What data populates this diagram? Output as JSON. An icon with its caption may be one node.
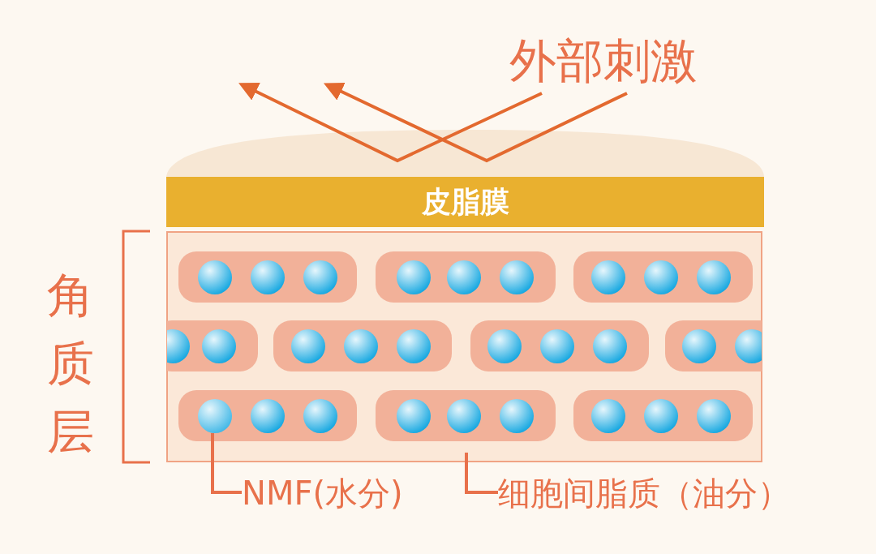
{
  "diagram": {
    "nodes": [
      {
        "text": [
          "皮脂膜"
        ]
      },
      {
        "text": [
          "NMF(水分)"
        ]
      },
      {
        "text": [],
        "shape": "circle"
      },
      {
        "text": [
          "细胞间脂质（油分）"
        ]
      }
    ],
    "edges": [
      {
        "from": 1,
        "to": 2,
        "arrow": "none"
      },
      {
        "from": 3,
        "to": null,
        "arrow": "none"
      }
    ],
    "labels": [
      "外部刺激",
      "角质层"
    ]
  }
}
